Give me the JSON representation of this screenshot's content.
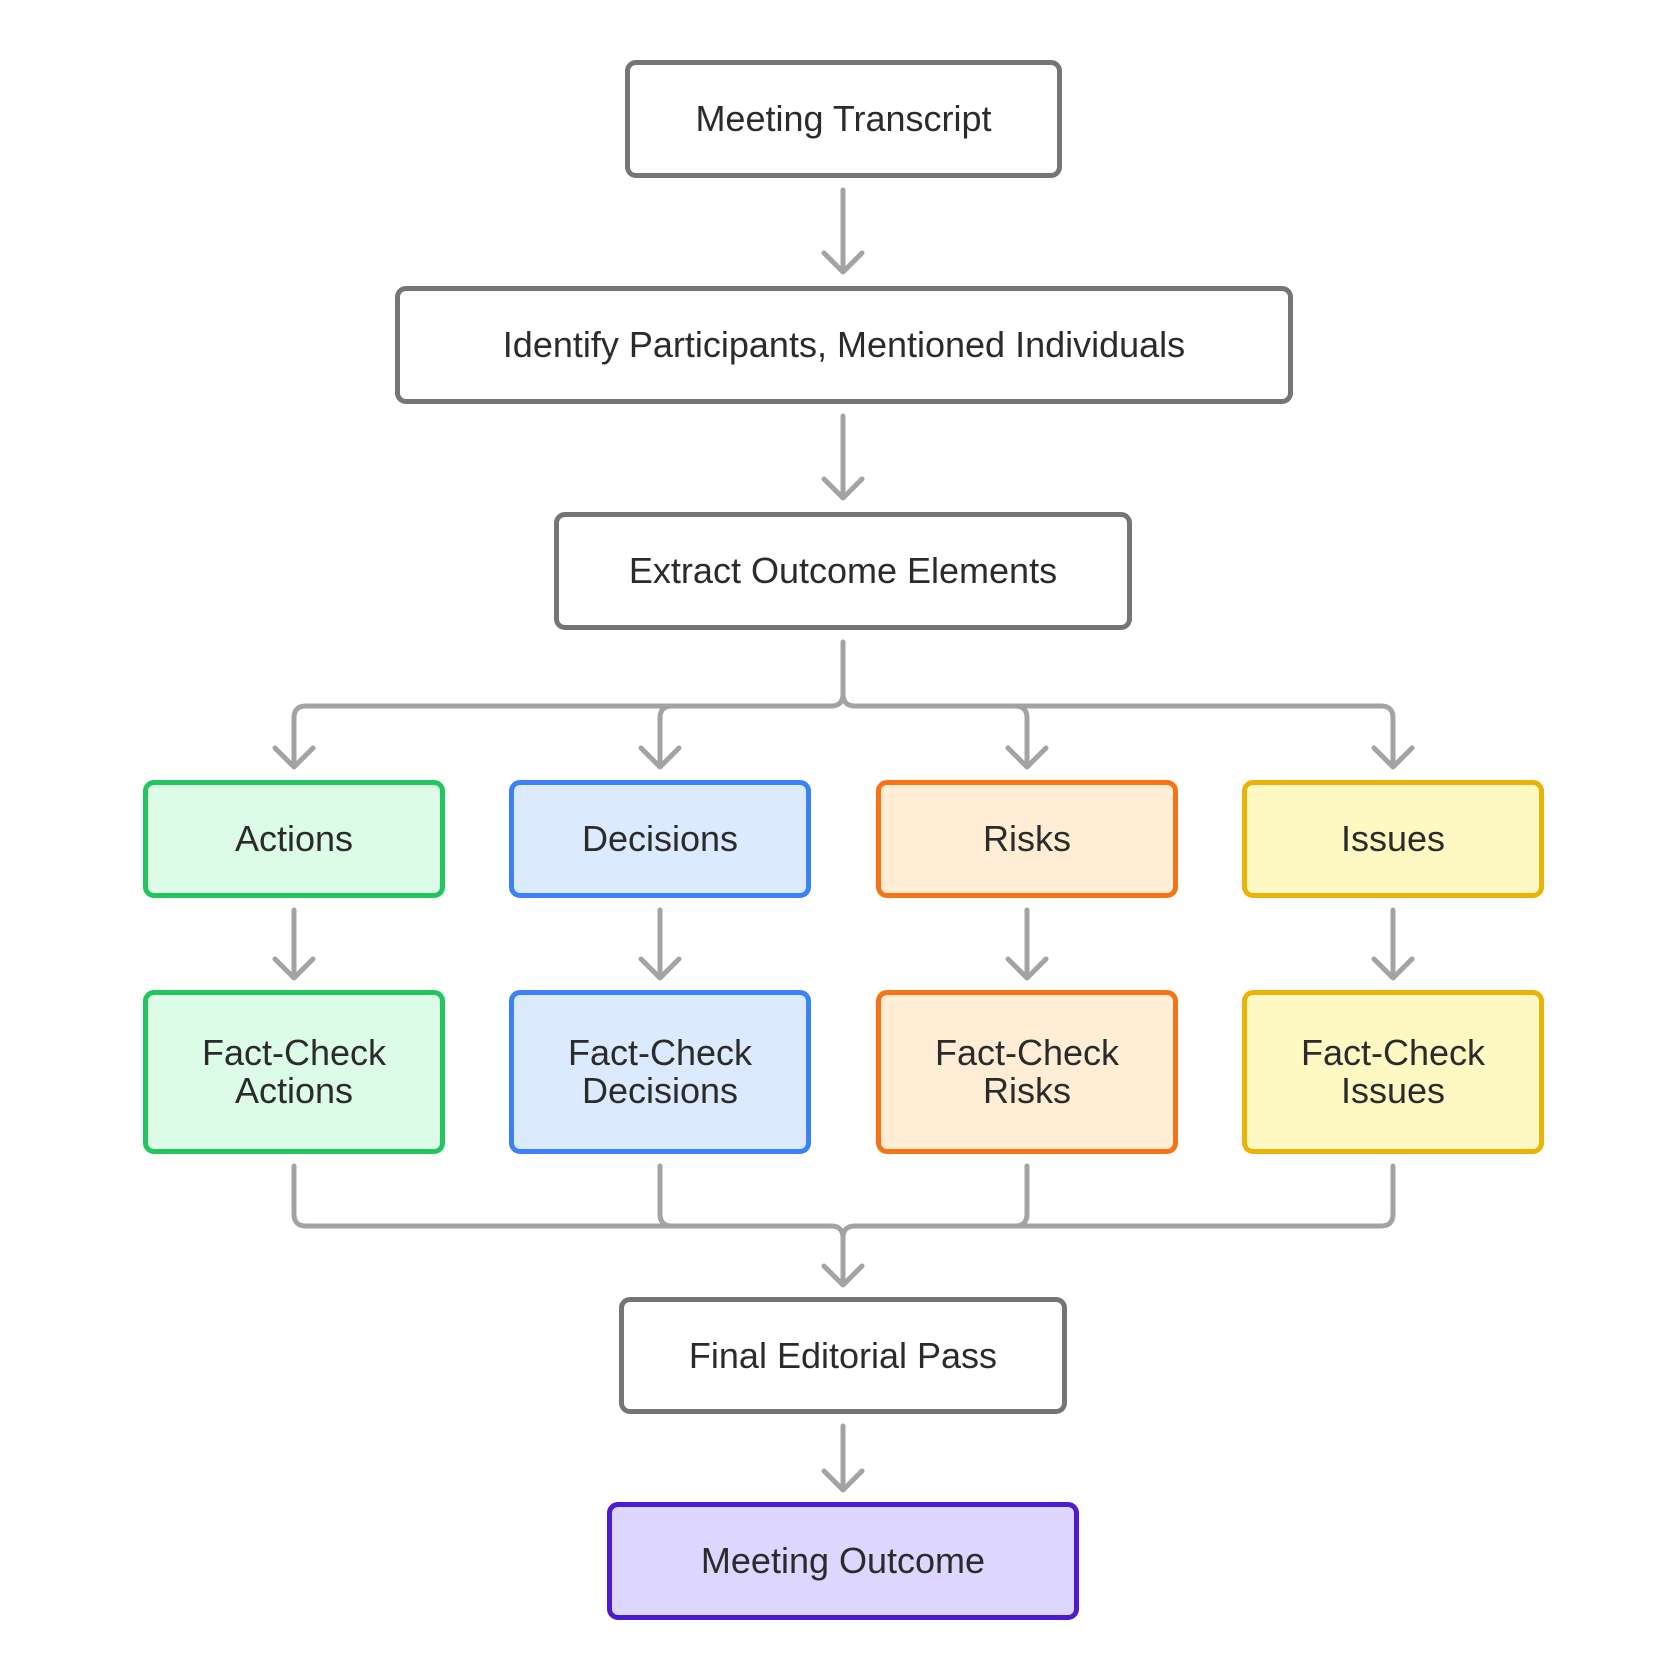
{
  "colors": {
    "connector": "#a3a3a3",
    "neutral_border": "#757575",
    "actions_fill": "#dcfce7",
    "actions_border": "#22c55e",
    "decisions_fill": "#dbeafe",
    "decisions_border": "#3b82f6",
    "risks_fill": "#ffedd5",
    "risks_border": "#f97316",
    "issues_fill": "#fef9c3",
    "issues_border": "#eab308",
    "outcome_fill": "#ddd6fe",
    "outcome_border": "#4c1dd0"
  },
  "nodes": {
    "transcript": "Meeting Transcript",
    "identify": "Identify Participants, Mentioned Individuals",
    "extract": "Extract Outcome Elements",
    "actions": "Actions",
    "decisions": "Decisions",
    "risks": "Risks",
    "issues": "Issues",
    "fc_actions": "Fact-Check\nActions",
    "fc_decisions": "Fact-Check\nDecisions",
    "fc_risks": "Fact-Check\nRisks",
    "fc_issues": "Fact-Check\nIssues",
    "final_pass": "Final Editorial Pass",
    "outcome": "Meeting Outcome"
  }
}
